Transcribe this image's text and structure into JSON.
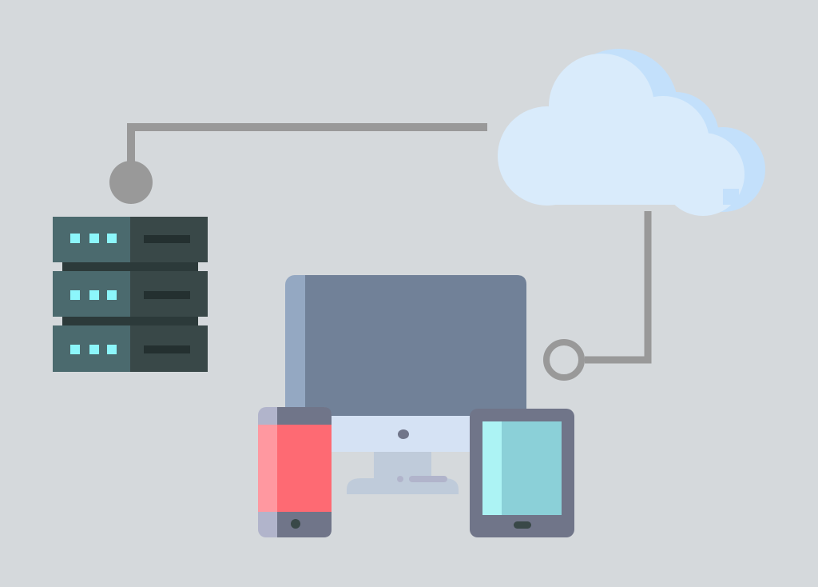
{
  "scene": {
    "background": "#d5d9dc",
    "elements": [
      {
        "name": "server-rack-icon",
        "role": "server"
      },
      {
        "name": "cloud-icon",
        "role": "cloud"
      },
      {
        "name": "desktop-monitor-icon",
        "role": "computer"
      },
      {
        "name": "smartphone-icon",
        "role": "phone"
      },
      {
        "name": "tablet-icon",
        "role": "tablet"
      },
      {
        "name": "server-cloud-connector",
        "role": "connection"
      },
      {
        "name": "cloud-devices-connector",
        "role": "connection"
      }
    ]
  },
  "colors": {
    "connector": "#999999",
    "cloud_light": "#d9ebfb",
    "cloud_shadow": "#c3e0fb",
    "server_front": "#4b6a6e",
    "server_side": "#394848",
    "server_led": "#8cf6fb",
    "monitor_screen": "#718198",
    "monitor_bezel_light": "#94a8c2",
    "monitor_chin": "#d5e2f4",
    "monitor_stand": "#bfcbda",
    "phone_screen": "#fe6a73",
    "phone_screen_highlight": "#ff98a0",
    "phone_body": "#707589",
    "phone_body_light": "#b1b4cb",
    "tablet_body": "#707589",
    "tablet_screen": "#8bd0d8",
    "tablet_screen_highlight": "#acf3f4"
  }
}
